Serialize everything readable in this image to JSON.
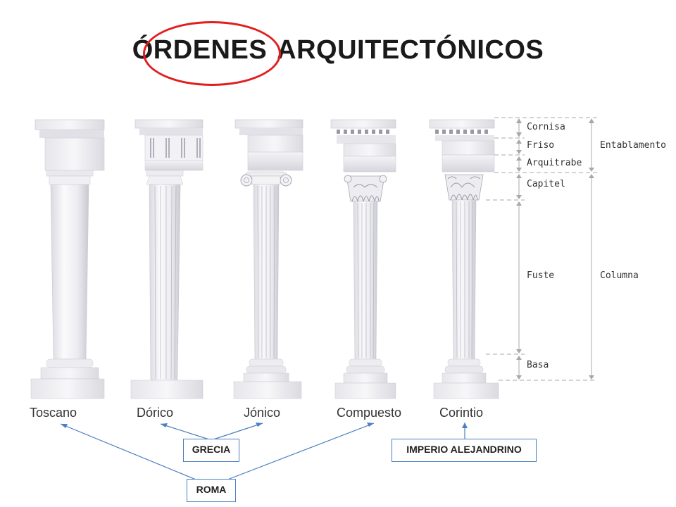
{
  "title": {
    "word1": "ÓRDENES",
    "word2": "ARQUITECTÓNICOS"
  },
  "columns": [
    {
      "name": "Toscano"
    },
    {
      "name": "Dórico"
    },
    {
      "name": "Jónico"
    },
    {
      "name": "Compuesto"
    },
    {
      "name": "Corintio"
    }
  ],
  "parts": {
    "cornisa": "Cornisa",
    "friso": "Friso",
    "arquitrabe": "Arquitrabe",
    "capitel": "Capitel",
    "fuste": "Fuste",
    "basa": "Basa",
    "entablamento": "Entablamento",
    "columna": "Columna"
  },
  "labels": {
    "grecia": "GRECIA",
    "imperio": "IMPERIO ALEJANDRINO",
    "roma": "ROMA"
  },
  "colors": {
    "highlight": "#e21d1d",
    "arrow": "#4a7fc1"
  }
}
